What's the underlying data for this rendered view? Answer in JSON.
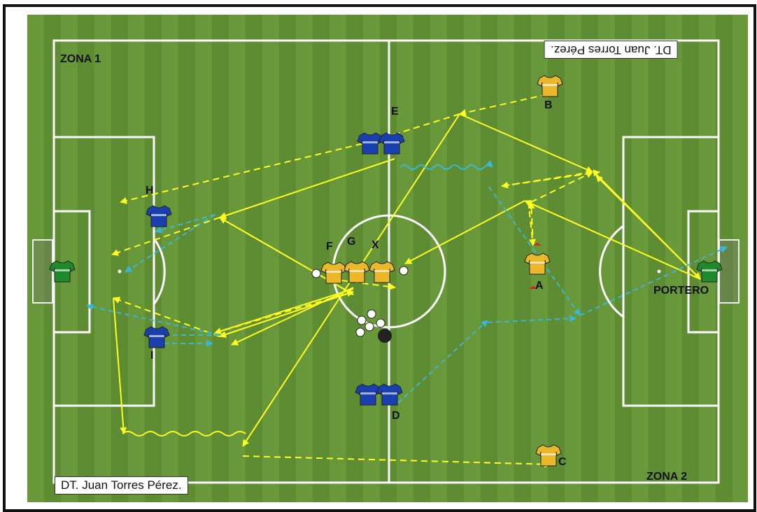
{
  "credits": {
    "bottom_left": "DT. Juan Torres Pérez.",
    "top_right_mirrored": "DT. Juan Torres Pérez."
  },
  "zones": {
    "zone1": "ZONA 1",
    "zone2": "ZONA 2"
  },
  "player_labels": {
    "B": "B",
    "E": "E",
    "H": "H",
    "F": "F",
    "G": "G",
    "X": "X",
    "A": "A",
    "I": "I",
    "D": "D",
    "C": "C",
    "portero": "PORTERO",
    "cone_c": "C"
  },
  "colors": {
    "pitch_light": "#6c9a3c",
    "pitch_dark": "#5b8a31",
    "line": "#ffffff",
    "pass_yellow": "#ffff22",
    "dribble_blue": "#39b8d6",
    "team_blue": "#1a3fae",
    "team_yellow": "#e9b92b",
    "goalkeeper_green": "#1f8a2a"
  }
}
